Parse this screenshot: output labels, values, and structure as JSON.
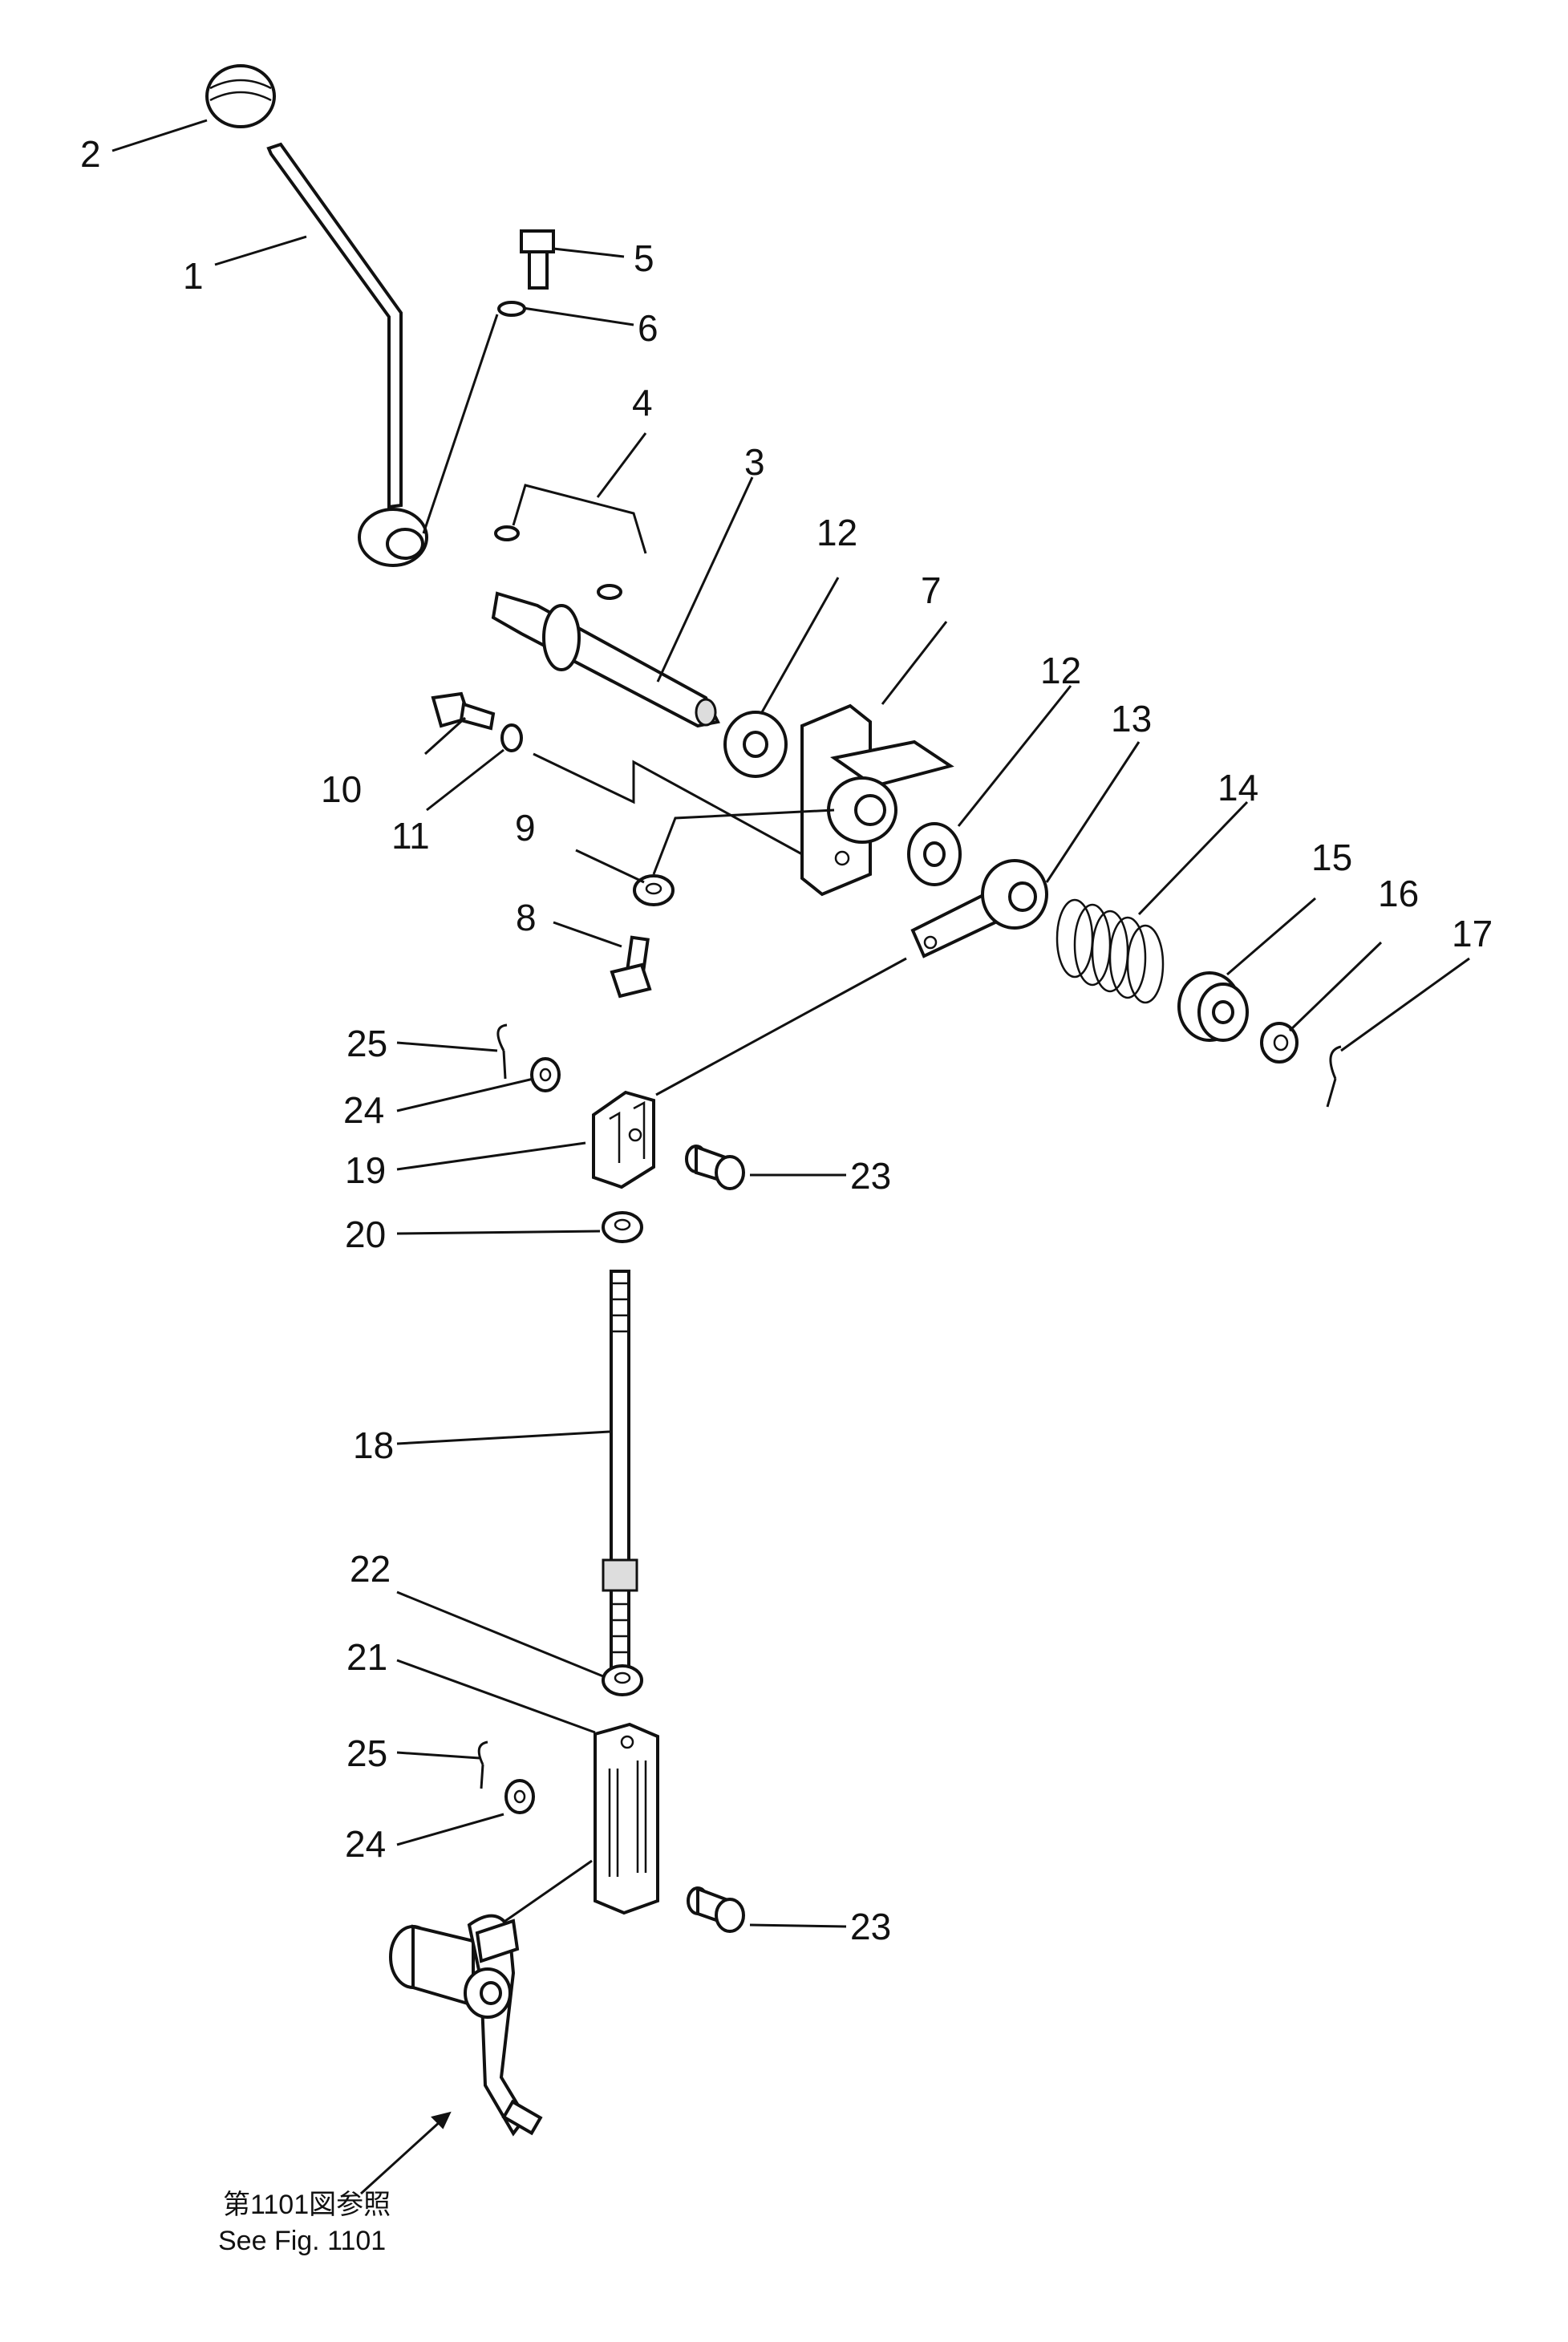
{
  "diagram": {
    "callouts": {
      "p1": "1",
      "p2": "2",
      "p3": "3",
      "p4": "4",
      "p5": "5",
      "p6": "6",
      "p7": "7",
      "p8": "8",
      "p9": "9",
      "p10": "10",
      "p11": "11",
      "p12a": "12",
      "p12b": "12",
      "p13": "13",
      "p14": "14",
      "p15": "15",
      "p16": "16",
      "p17": "17",
      "p18": "18",
      "p19": "19",
      "p20": "20",
      "p21": "21",
      "p22": "22",
      "p23a": "23",
      "p23b": "23",
      "p24a": "24",
      "p24b": "24",
      "p25a": "25",
      "p25b": "25"
    },
    "reference_jp": "第1101図参照",
    "reference_en": "See Fig. 1101"
  }
}
